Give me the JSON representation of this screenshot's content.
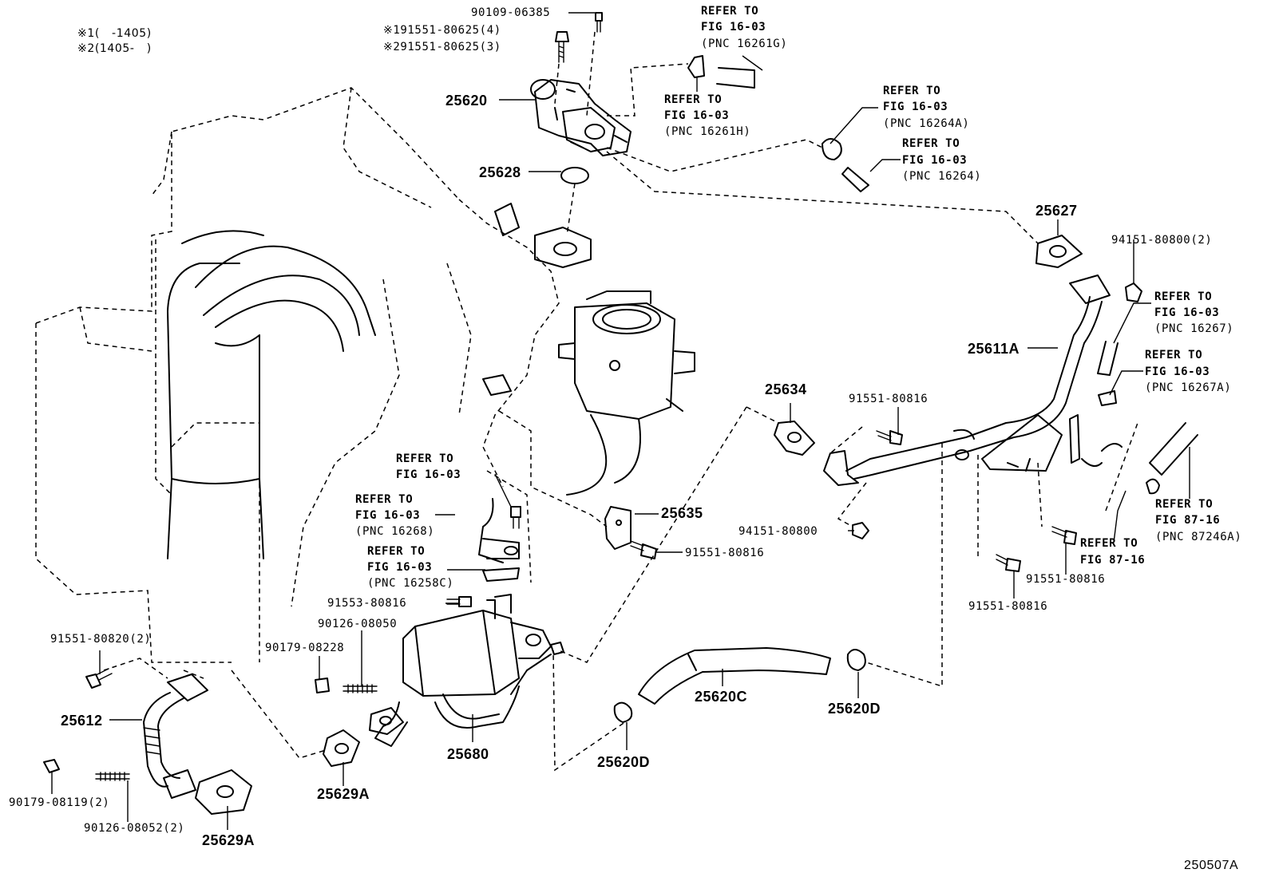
{
  "legend": {
    "line1": "※1(   -1405)",
    "line2": "※2(1405-   )"
  },
  "figure_id": "250507A",
  "parts": {
    "p90109_06385": "90109-06385",
    "p91551_80625_a": "※191551-80625(4)",
    "p91551_80625_b": "※291551-80625(3)",
    "p25620": "25620",
    "p25628": "25628",
    "p25627": "25627",
    "p94151_80800_2": "94151-80800(2)",
    "p25611A": "25611A",
    "p25634": "25634",
    "p91551_80816_top": "91551-80816",
    "p94151_80800": "94151-80800",
    "p25635": "25635",
    "p91551_80816_mid": "91551-80816",
    "p91551_80816_right": "91551-80816",
    "p91551_80816_bottom": "91551-80816",
    "p91553_80816": "91553-80816",
    "p90126_08050": "90126-08050",
    "p90179_08228": "90179-08228",
    "p91551_80820": "91551-80820(2)",
    "p25612": "25612",
    "p90179_08119": "90179-08119(2)",
    "p90126_08052": "90126-08052(2)",
    "p25629A_left": "25629A",
    "p25629A_center": "25629A",
    "p25680": "25680",
    "p25620C": "25620C",
    "p25620D_right": "25620D",
    "p25620D_center": "25620D"
  },
  "refs": {
    "r16261G": {
      "refer": "REFER TO",
      "fig": "FIG 16-03",
      "pnc": "(PNC 16261G)"
    },
    "r16261H": {
      "refer": "REFER TO",
      "fig": "FIG 16-03",
      "pnc": "(PNC 16261H)"
    },
    "r16264A": {
      "refer": "REFER TO",
      "fig": "FIG 16-03",
      "pnc": "(PNC 16264A)"
    },
    "r16264": {
      "refer": "REFER TO",
      "fig": "FIG 16-03",
      "pnc": "(PNC 16264)"
    },
    "r16267": {
      "refer": "REFER TO",
      "fig": "FIG 16-03",
      "pnc": "(PNC 16267)"
    },
    "r16267A": {
      "refer": "REFER TO",
      "fig": "FIG 16-03",
      "pnc": "(PNC 16267A)"
    },
    "r16268": {
      "refer": "REFER TO",
      "fig": "FIG 16-03",
      "pnc": "(PNC 16268)"
    },
    "r16258C": {
      "refer": "REFER TO",
      "fig": "FIG 16-03",
      "pnc": "(PNC 16258C)"
    },
    "rplain": {
      "refer": "REFER TO",
      "fig": "FIG 16-03"
    },
    "r87246A": {
      "refer": "REFER TO",
      "fig": "FIG 87-16",
      "pnc": "(PNC 87246A)"
    },
    "r8716": {
      "refer": "REFER TO",
      "fig": "FIG 87-16"
    }
  }
}
